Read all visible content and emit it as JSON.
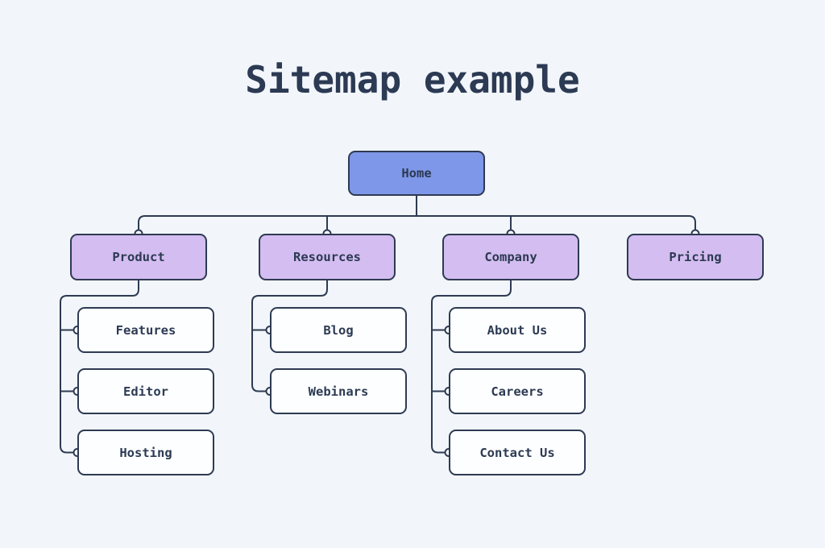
{
  "title": "Sitemap example",
  "colors": {
    "background": "#f2f6fb",
    "line": "#2e3a52",
    "text": "#2c3a53",
    "home_fill": "#7e97e8",
    "section_fill": "#d4bdf1",
    "leaf_fill": "#fdfeff",
    "dot_fill": "#fdfeff"
  },
  "tree": {
    "root": {
      "label": "Home"
    },
    "sections": [
      {
        "label": "Product",
        "children": [
          "Features",
          "Editor",
          "Hosting"
        ]
      },
      {
        "label": "Resources",
        "children": [
          "Blog",
          "Webinars"
        ]
      },
      {
        "label": "Company",
        "children": [
          "About Us",
          "Careers",
          "Contact Us"
        ]
      },
      {
        "label": "Pricing",
        "children": []
      }
    ]
  }
}
